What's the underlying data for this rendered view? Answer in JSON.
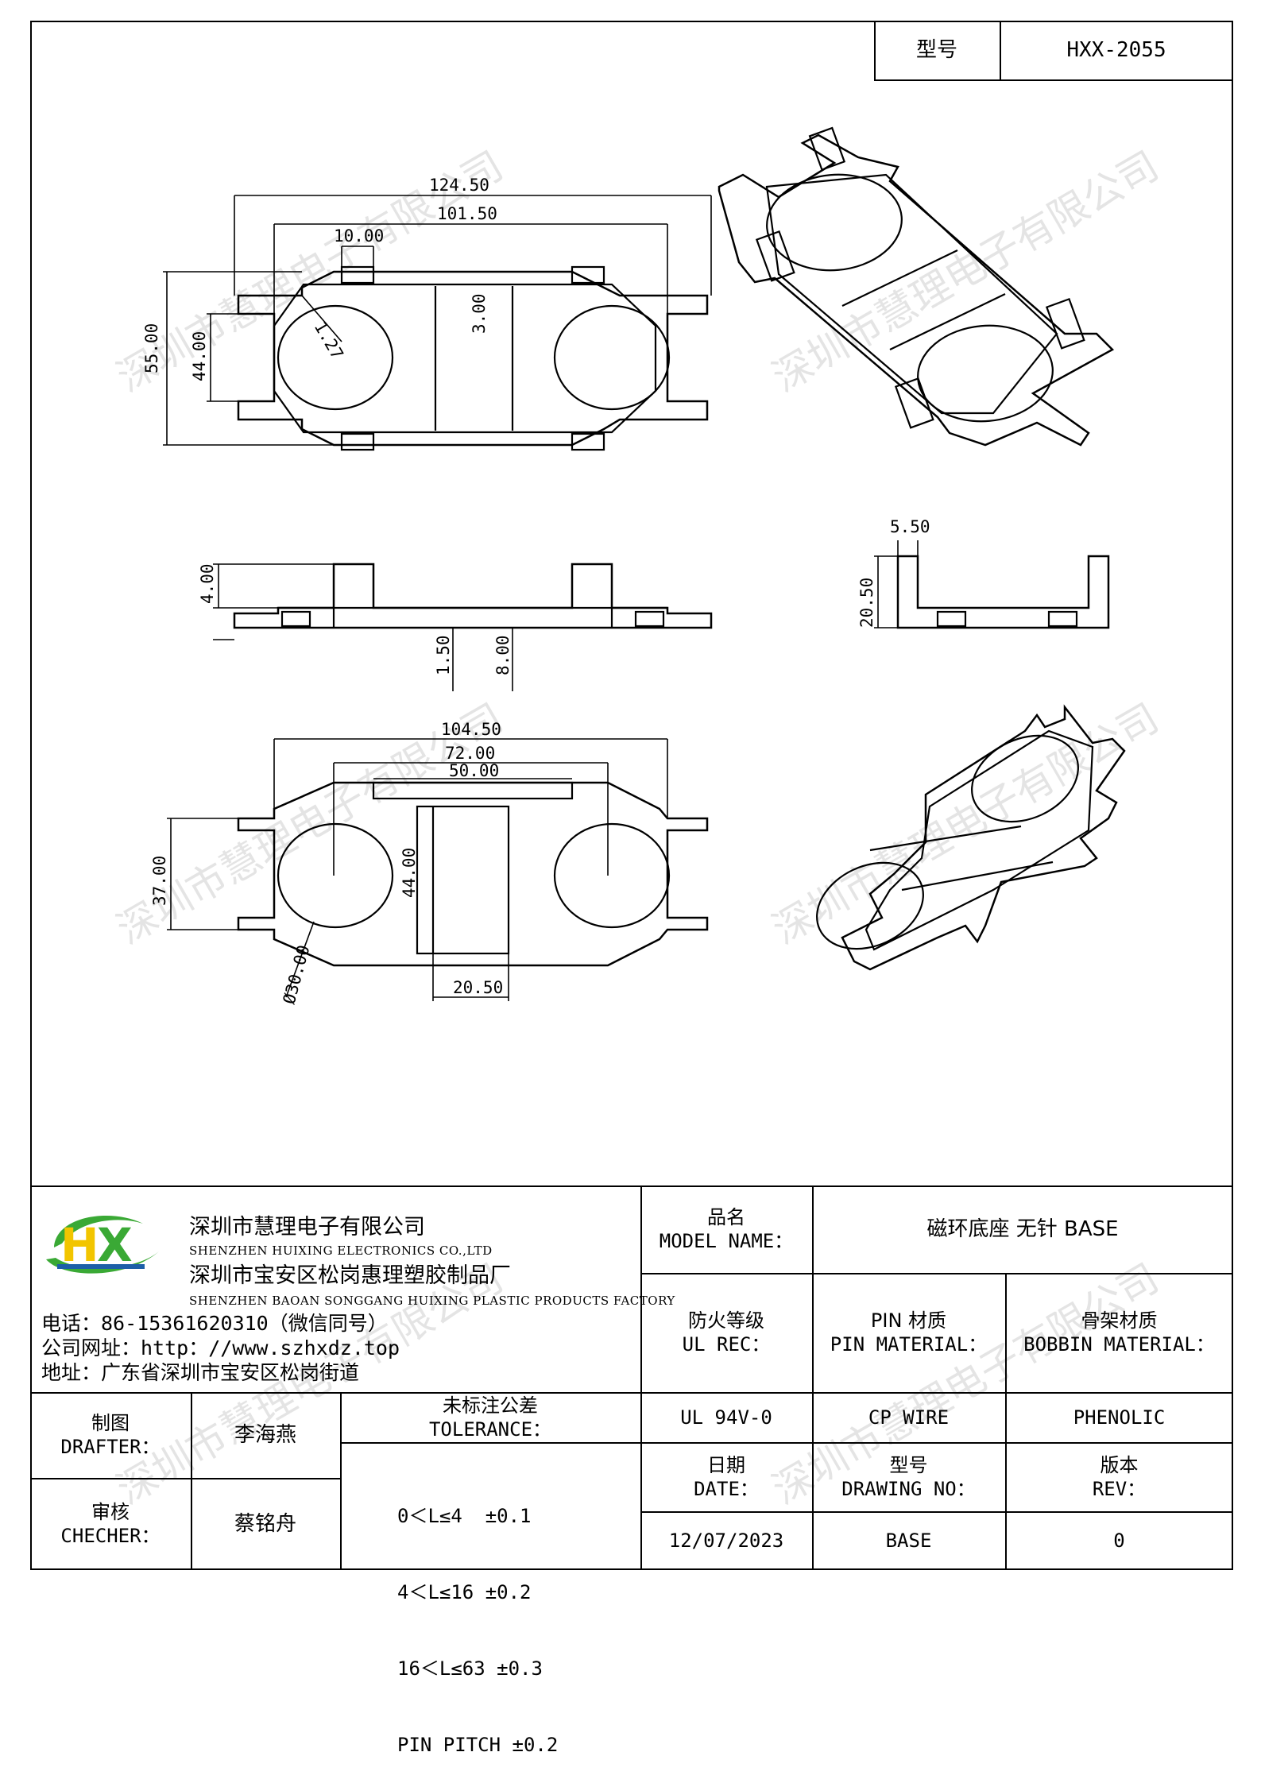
{
  "header": {
    "model_label": "型号",
    "model_value": "HXX-2055"
  },
  "dimensions": {
    "top_view": [
      "124.50",
      "101.50",
      "10.00",
      "55.00",
      "44.00",
      "3.00",
      "1.27"
    ],
    "side_view": [
      "4.00",
      "1.50",
      "8.00"
    ],
    "end_view": [
      "5.50",
      "20.50"
    ],
    "bottom_view": [
      "104.50",
      "72.00",
      "50.00",
      "37.00",
      "44.00",
      "20.50",
      "Ø30.00"
    ]
  },
  "watermark": "深圳市慧理电子有限公司",
  "company": {
    "name_cn": "深圳市慧理电子有限公司",
    "name_en": "SHENZHEN HUIXING ELECTRONICS CO.,LTD",
    "factory_cn": "深圳市宝安区松岗惠理塑胶制品厂",
    "factory_en": "SHENZHEN BAOAN SONGGANG HUIXING PLASTIC PRODUCTS FACTORY",
    "phone": "电话：86-15361620310（微信同号）",
    "website": "公司网址：http：//www.szhxdz.top",
    "address": "地址：广东省深圳市宝安区松岗街道"
  },
  "logo": {
    "text": "HX",
    "green": "#3aa935",
    "yellow": "#f2c500",
    "blue": "#1d5fa8"
  },
  "title_block": {
    "model_name_cn": "品名",
    "model_name_en": "MODEL NAME：",
    "model_name_value": "磁环底座 无针 BASE",
    "ul_cn": "防火等级",
    "ul_en": "UL REC：",
    "pin_cn": "PIN 材质",
    "pin_en": "PIN MATERIAL：",
    "bobbin_cn": "骨架材质",
    "bobbin_en": "BOBBIN MATERIAL：",
    "ul_value": "UL 94V-0",
    "pin_value": "CP WIRE",
    "bobbin_value": "PHENOLIC",
    "date_cn": "日期",
    "date_en": "DATE：",
    "drawing_no_cn": "型号",
    "drawing_no_en": "DRAWING NO：",
    "rev_cn": "版本",
    "rev_en": "REV：",
    "date_value": "12/07/2023",
    "drawing_no_value": "BASE",
    "rev_value": "0",
    "drafter_cn": "制图",
    "drafter_en": "DRAFTER：",
    "drafter_value": "李海燕",
    "checker_cn": "审核",
    "checker_en": "CHECHER：",
    "checker_value": "蔡铭舟",
    "tolerance_cn": "未标注公差",
    "tolerance_en": "TOLERANCE：",
    "tolerance_lines": [
      "0＜L≤4  ±0.1",
      "4＜L≤16 ±0.2",
      "16＜L≤63 ±0.3",
      "PIN PITCH ±0.2"
    ]
  }
}
